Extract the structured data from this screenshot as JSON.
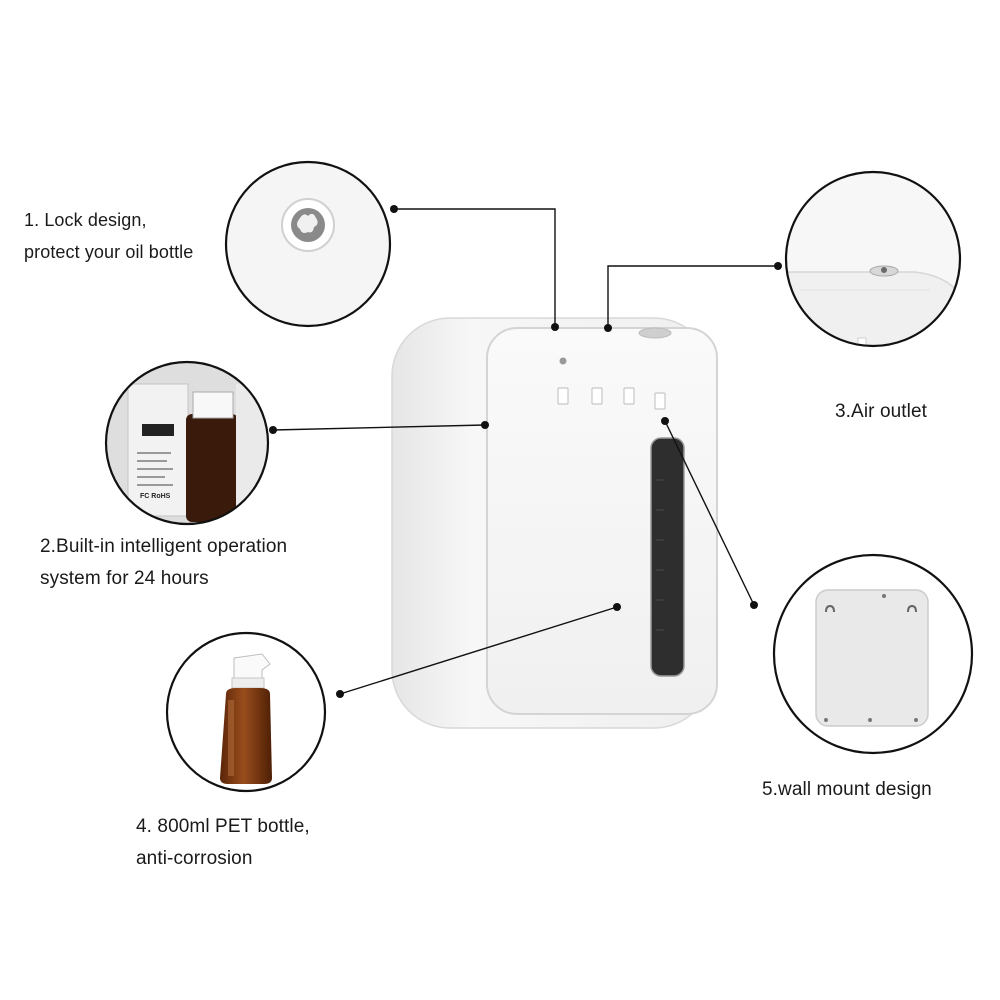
{
  "features": [
    {
      "id": "lock",
      "lines": [
        "1. Lock  design,",
        "protect your oil bottle"
      ]
    },
    {
      "id": "system",
      "lines": [
        "2.Built-in intelligent operation",
        "system for 24 hours"
      ]
    },
    {
      "id": "outlet",
      "lines": [
        "3.Air outlet"
      ]
    },
    {
      "id": "bottle",
      "lines": [
        "4. 800ml PET  bottle,",
        "anti-corrosion"
      ]
    },
    {
      "id": "wall",
      "lines": [
        "5.wall mount design"
      ]
    }
  ],
  "certification_text": "FC RoHS",
  "colors": {
    "device_body": "#f4f4f4",
    "device_edge": "#dcdcdc",
    "window": "#2b2b2b",
    "bottle_amber": "#7a3a12",
    "line": "#111111"
  }
}
